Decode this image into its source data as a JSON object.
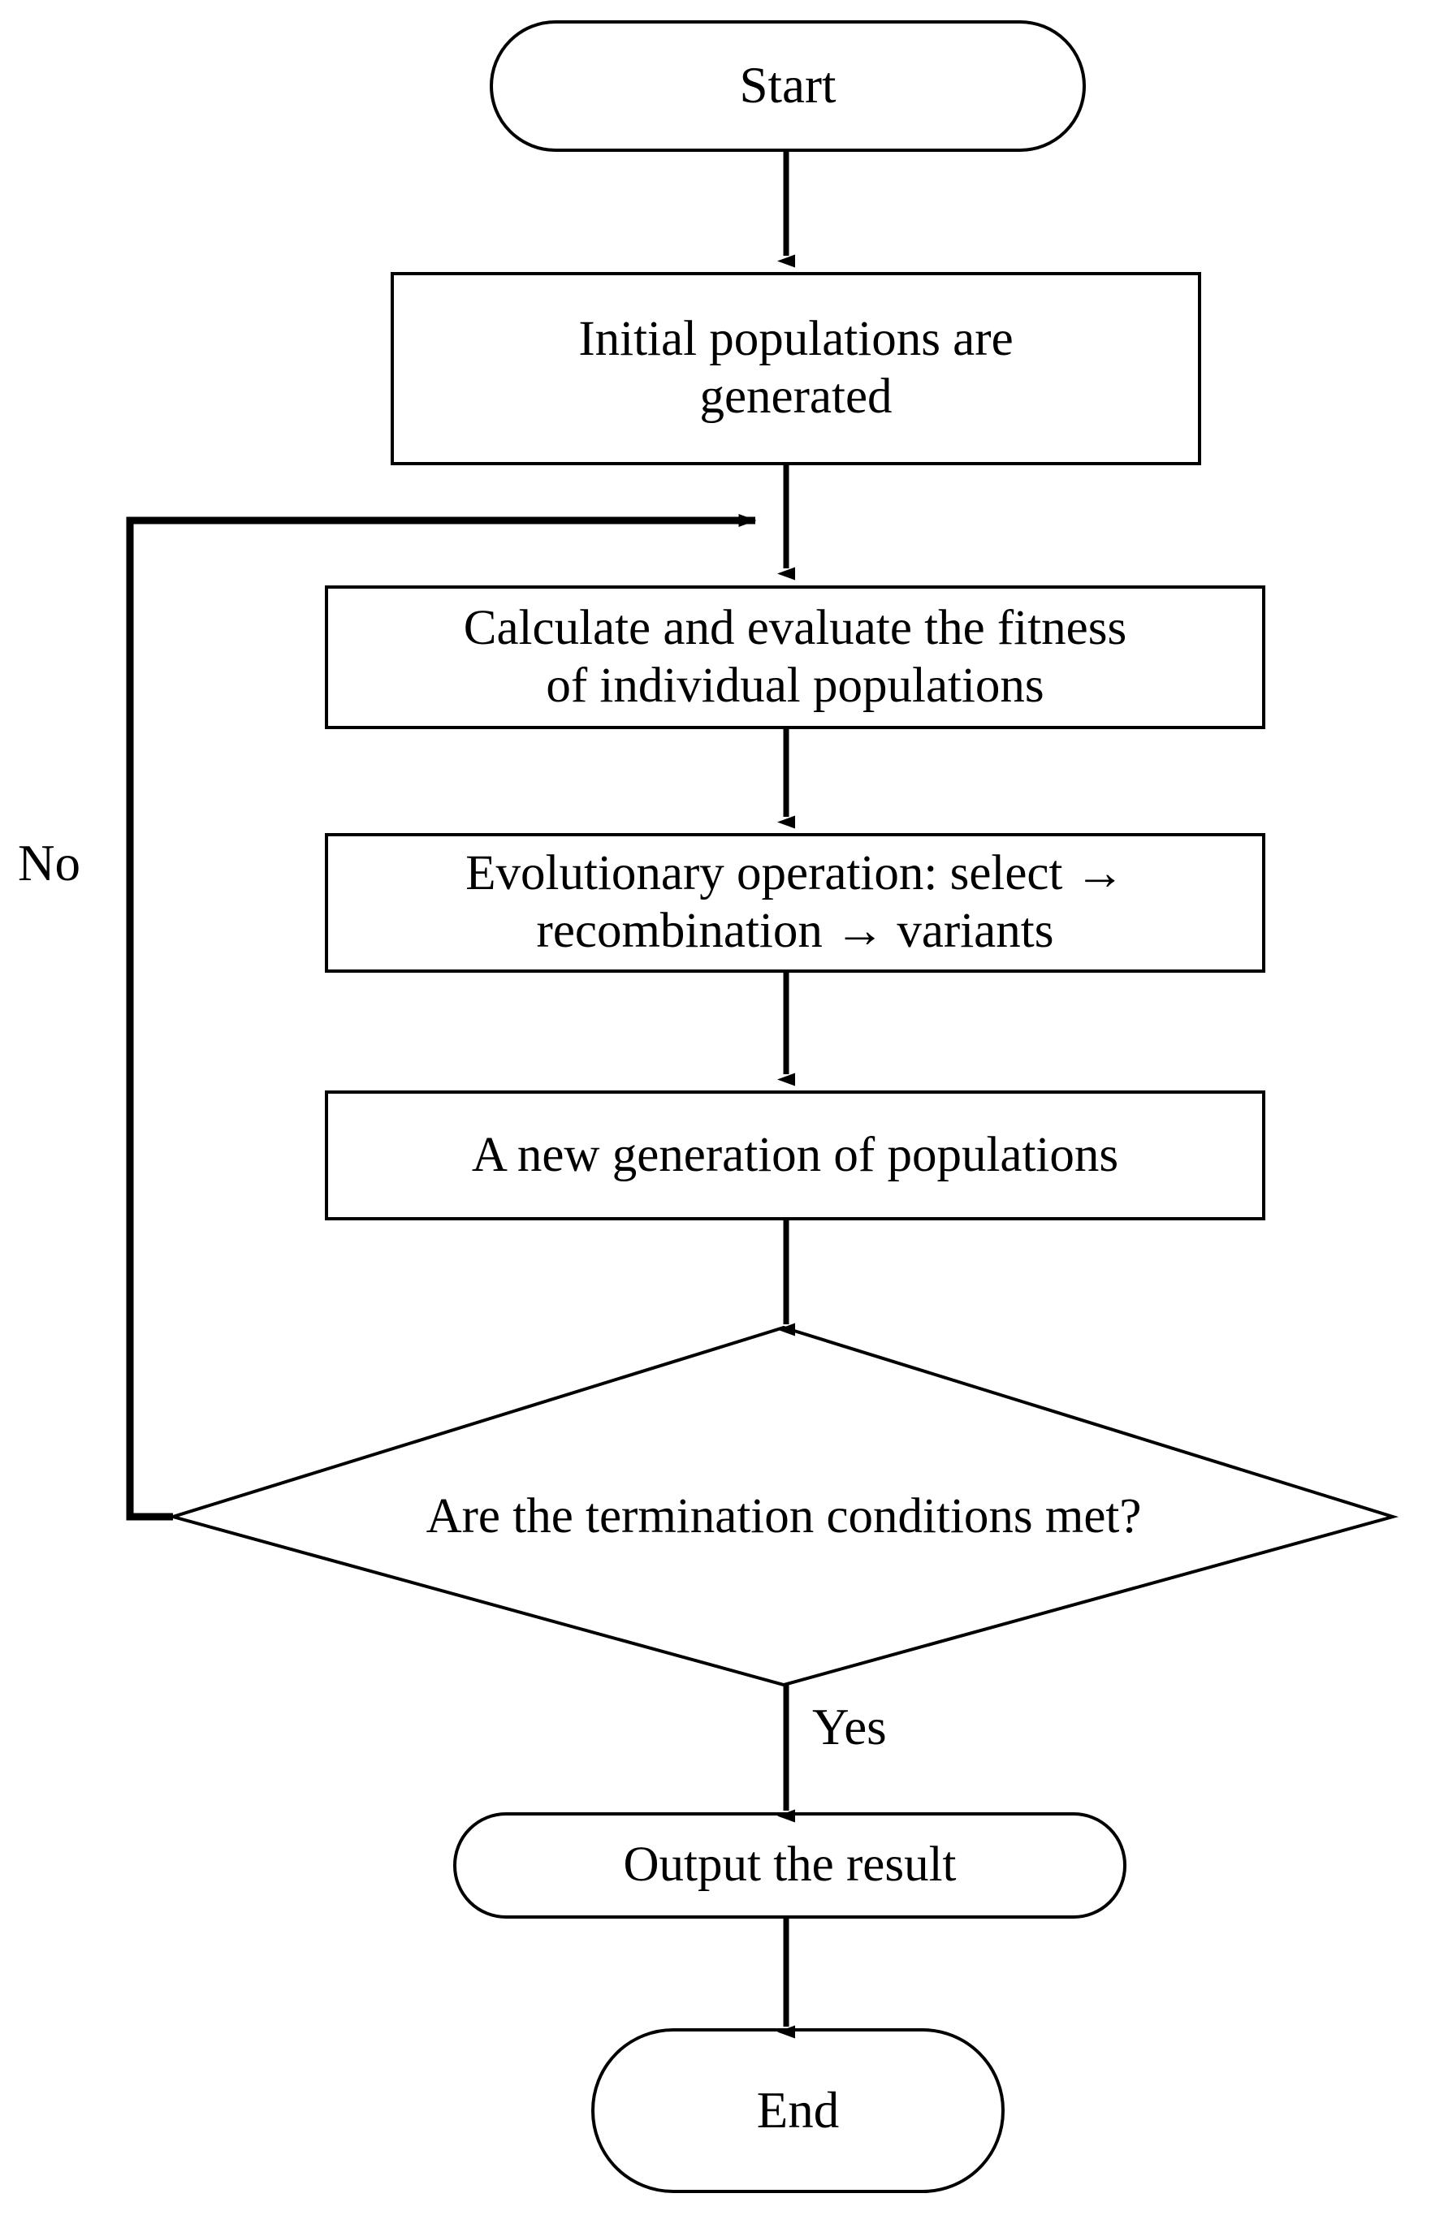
{
  "diagram": {
    "title": "Genetic algorithm flowchart",
    "type": "flowchart",
    "colors": {
      "stroke": "#000000",
      "fill": "#ffffff",
      "text": "#000000"
    },
    "nodes": [
      {
        "id": "start",
        "shape": "terminator",
        "label": "Start"
      },
      {
        "id": "init",
        "shape": "process",
        "label": "Initial populations are\ngenerated"
      },
      {
        "id": "fitness",
        "shape": "process",
        "label": "Calculate and evaluate the fitness\nof individual populations"
      },
      {
        "id": "evo",
        "shape": "process",
        "label": "Evolutionary operation: select →\nrecombination → variants"
      },
      {
        "id": "newgen",
        "shape": "process",
        "label": "A new generation of populations"
      },
      {
        "id": "decision",
        "shape": "decision",
        "label": "Are the termination conditions met?"
      },
      {
        "id": "output",
        "shape": "terminator",
        "label": "Output the result"
      },
      {
        "id": "end",
        "shape": "terminator",
        "label": "End"
      }
    ],
    "edges": [
      {
        "from": "start",
        "to": "init",
        "label": ""
      },
      {
        "from": "init",
        "to": "fitness",
        "label": ""
      },
      {
        "from": "fitness",
        "to": "evo",
        "label": ""
      },
      {
        "from": "evo",
        "to": "newgen",
        "label": ""
      },
      {
        "from": "newgen",
        "to": "decision",
        "label": ""
      },
      {
        "from": "decision",
        "to": "fitness",
        "label": "No"
      },
      {
        "from": "decision",
        "to": "output",
        "label": "Yes"
      },
      {
        "from": "output",
        "to": "end",
        "label": ""
      }
    ],
    "edge_labels": {
      "no": "No",
      "yes": "Yes"
    }
  }
}
